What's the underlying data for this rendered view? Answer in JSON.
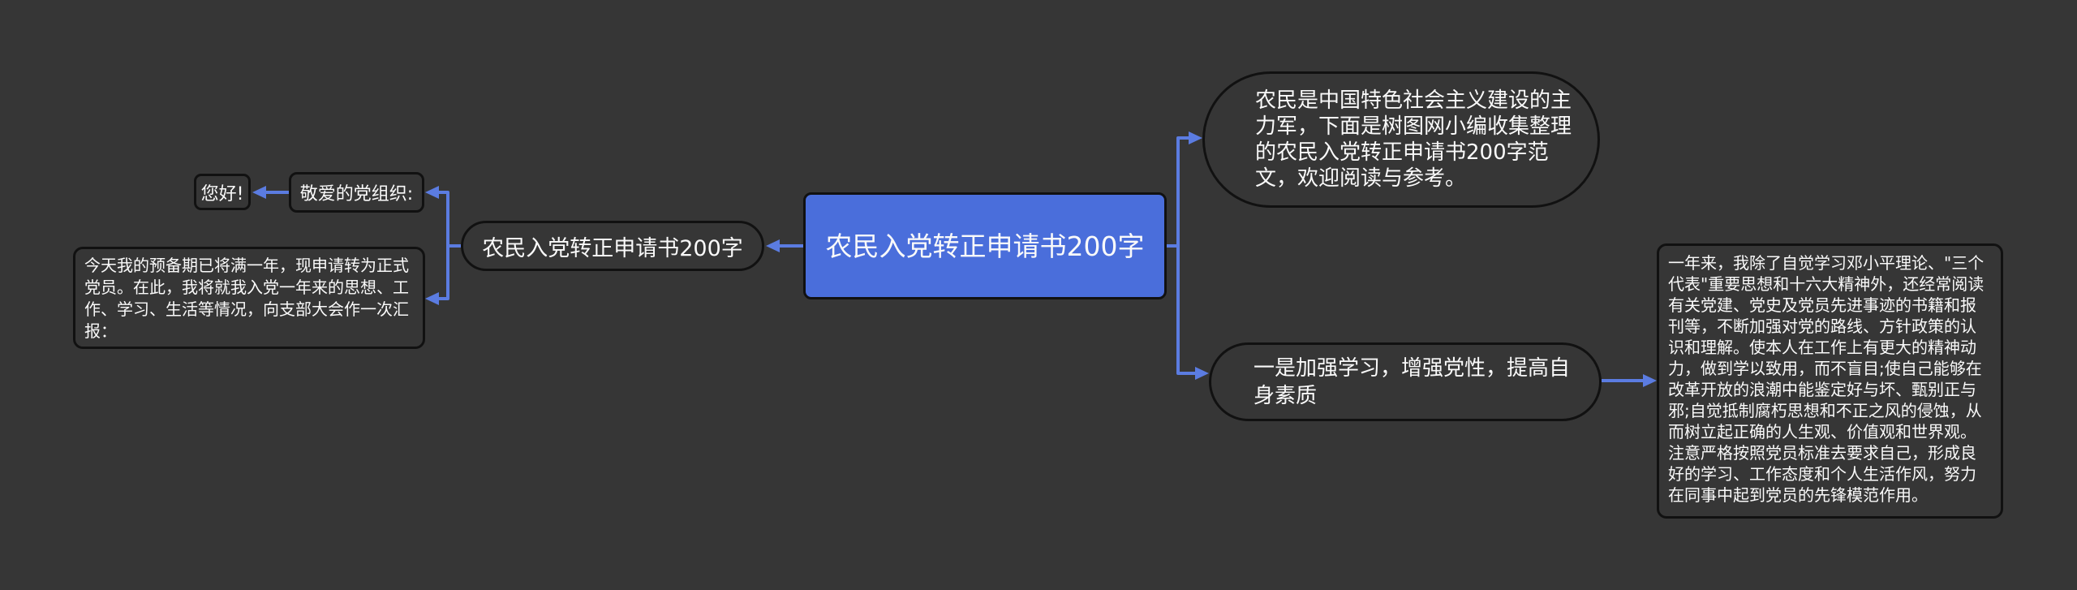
{
  "canvas": {
    "background_color": "#363636",
    "node_border_color": "#111111",
    "text_color": "#fafafa",
    "root_fill_color": "#4a6edb",
    "connector_color": "#5b7ce1"
  },
  "nodes": {
    "root": {
      "label": "农民入党转正申请书200字"
    },
    "topic_left": {
      "label": "农民入党转正申请书200字"
    },
    "dear_org": {
      "label": "敬爱的党组织:"
    },
    "hello": {
      "label": "您好!"
    },
    "left_note": {
      "label": "今天我的预备期已将满一年，现申请转为正式党员。在此，我将就我入党一年来的思想、工作、学习、生活等情况，向支部大会作一次汇报："
    },
    "intro_bubble": {
      "label": "农民是中国特色社会主义建设的主力军，下面是树图网小编收集整理的农民入党转正申请书200字范文，欢迎阅读与参考。"
    },
    "point_one": {
      "label": "一是加强学习，增强党性，提高自身素质"
    },
    "right_note": {
      "label": "一年来，我除了自觉学习邓小平理论、\"三个代表\"重要思想和十六大精神外，还经常阅读有关党建、党史及党员先进事迹的书籍和报刊等，不断加强对党的路线、方针政策的认识和理解。使本人在工作上有更大的精神动力，做到学以致用，而不盲目;使自己能够在改革开放的浪潮中能鉴定好与坏、甄别正与邪;自觉抵制腐朽思想和不正之风的侵蚀，从而树立起正确的人生观、价值观和世界观。注意严格按照党员标准去要求自己，形成良好的学习、工作态度和个人生活作风，努力在同事中起到党员的先锋模范作用。"
    }
  }
}
